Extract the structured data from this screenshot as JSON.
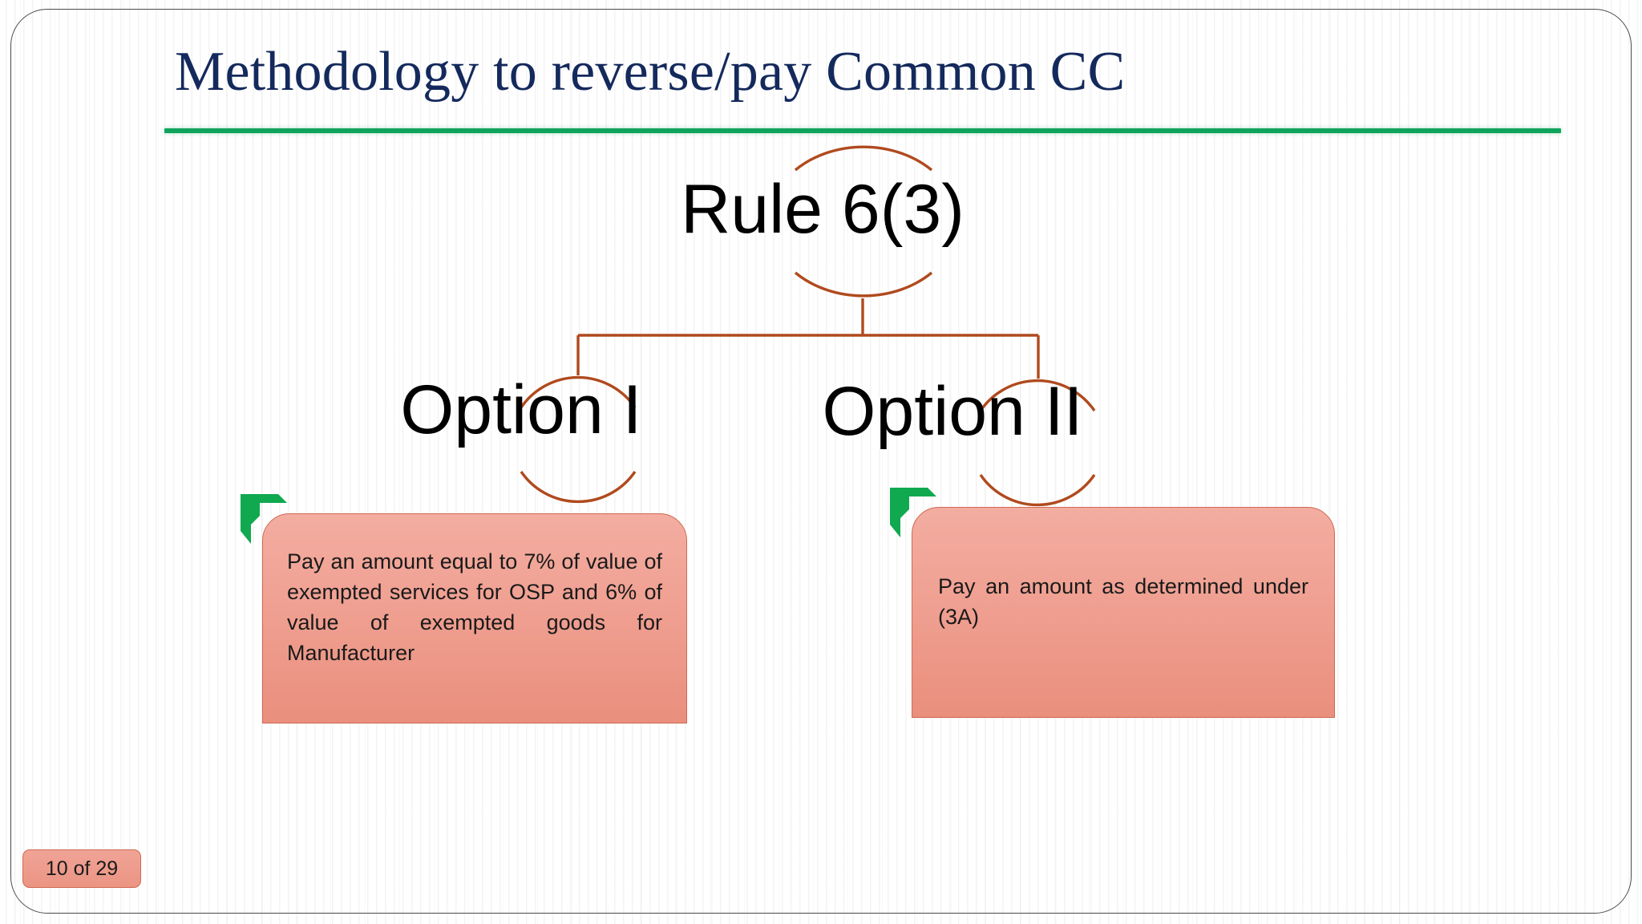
{
  "slide": {
    "title": "Methodology to reverse/pay Common CC",
    "accent_rule_color": "#10a35c",
    "title_color": "#14295c",
    "connector_color": "#b04a1e",
    "box_fill_top": "#f3ada1",
    "box_fill_bottom": "#ea8f7e",
    "box_border": "#cf6a52",
    "flag_color": "#10a94f",
    "frame_color": "#4a4a4a"
  },
  "diagram": {
    "root": {
      "label": "Rule 6(3)"
    },
    "branches": [
      {
        "label": "Option I",
        "detail": "Pay an amount equal to 7% of value of exempted services for OSP and 6% of value of exempted goods for Manufacturer"
      },
      {
        "label": "Option II",
        "detail": "Pay an amount as determined under (3A)"
      }
    ]
  },
  "footer": {
    "page_indicator": "10 of 29"
  }
}
